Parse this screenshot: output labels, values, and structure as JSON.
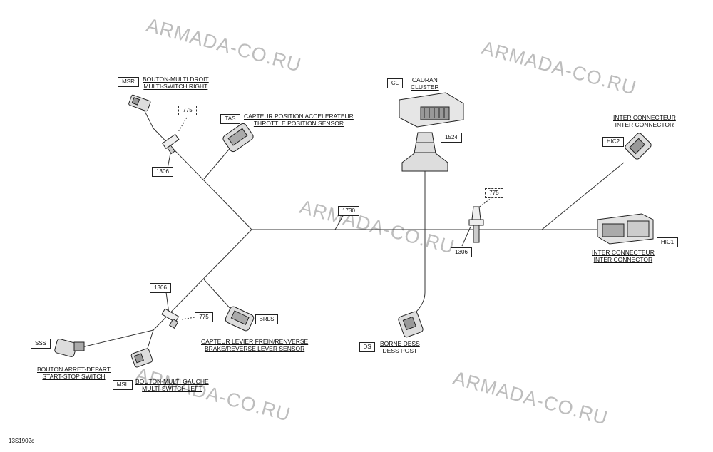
{
  "watermark": "ARMADA-CO.RU",
  "figure_code": "13S1902c",
  "connectors": {
    "msr": {
      "tag": "MSR",
      "label_fr": "BOUTON-MULTI DROIT",
      "label_en": "MULTI-SWITCH RIGHT"
    },
    "tas": {
      "tag": "TAS",
      "label_fr": "CAPTEUR POSITION ACCELERATEUR",
      "label_en": "THROTTLE POSITION SENSOR"
    },
    "cl": {
      "tag": "CL",
      "label_fr": "CADRAN",
      "label_en": "CLUSTER"
    },
    "hic2": {
      "tag": "HIC2",
      "label_fr": "INTER CONNECTEUR",
      "label_en": "INTER CONNECTOR"
    },
    "hic1": {
      "tag": "HIC1",
      "label_fr": "INTER CONNECTEUR",
      "label_en": "INTER CONNECTOR"
    },
    "brls": {
      "tag": "BRLS",
      "label_fr": "CAPTEUR LEVIER FREIN/RENVERSE",
      "label_en": "BRAKE/REVERSE LEVER SENSOR"
    },
    "sss": {
      "tag": "SSS",
      "label_fr": "BOUTON ARRET-DEPART",
      "label_en": "START-STOP SWITCH"
    },
    "msl": {
      "tag": "MSL",
      "label_fr": "BOUTON-MULTI GAUCHE",
      "label_en": "MULTI-SWITCH LEFT"
    },
    "ds": {
      "tag": "DS",
      "label_fr": "BORNE DESS",
      "label_en": "DESS POST"
    }
  },
  "parts": {
    "p775_top": "775",
    "p1306_top": "1306",
    "p1730": "1730",
    "p1524": "1524",
    "p775_right": "775",
    "p1306_right": "1306",
    "p1306_bottom": "1306",
    "p775_bottom": "775"
  }
}
